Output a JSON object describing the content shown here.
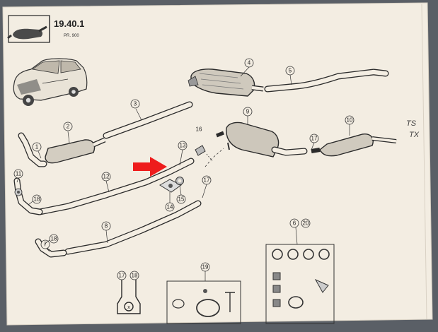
{
  "header": {
    "section_number": "19.40.1",
    "reference": "PR. 900"
  },
  "side_note": {
    "line1": "TS",
    "line2": "TX"
  },
  "callouts": {
    "c1": "1",
    "c2": "2",
    "c3": "3",
    "c4": "4",
    "c5": "5",
    "c6": "6",
    "c7": "7",
    "c8": "8",
    "c9": "9",
    "c10": "10",
    "c11": "11",
    "c12": "12",
    "c13": "13",
    "c14": "14",
    "c15a": "15",
    "c15b": "15",
    "c16": "16",
    "c17a": "17",
    "c17b": "17",
    "c17c": "17",
    "c18a": "18",
    "c18b": "18",
    "c18c": "18",
    "c19": "19",
    "c20": "20"
  },
  "colors": {
    "paper": "#f3ede2",
    "ink": "#2a2a2a",
    "highlight_arrow": "#ee1c1c",
    "background": "#5a5f66"
  },
  "icons": [
    "exhaust-silencer-icon",
    "car-illustration",
    "red-pointer-arrow"
  ]
}
